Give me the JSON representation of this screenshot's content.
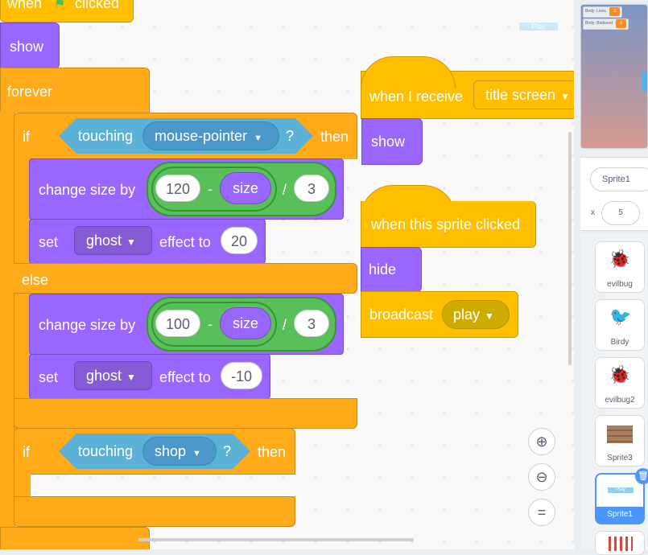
{
  "workspace": {
    "stage_button_label": "Play",
    "script1": {
      "hat_label": "when",
      "hat_label_2": "clicked",
      "show_label": "show",
      "forever_label": "forever",
      "if1": {
        "if_label": "if",
        "touching_label": "touching",
        "touching_target": "mouse-pointer",
        "question": "?",
        "then_label": "then",
        "change1": {
          "label": "change size by",
          "num_a": "120",
          "minus": "-",
          "var": "size",
          "div": "/",
          "num_b": "3"
        },
        "set1": {
          "label": "set",
          "effect": "ghost",
          "effect_label": "effect to",
          "value": "20"
        },
        "else_label": "else",
        "change2": {
          "label": "change size by",
          "num_a": "100",
          "minus": "-",
          "var": "size",
          "div": "/",
          "num_b": "3"
        },
        "set2": {
          "label": "set",
          "effect": "ghost",
          "effect_label": "effect to",
          "value": "-10"
        }
      },
      "if2": {
        "if_label": "if",
        "touching_label": "touching",
        "touching_target": "shop",
        "question": "?",
        "then_label": "then"
      }
    },
    "script2": {
      "hat_label": "when I receive",
      "message": "title screen",
      "show_label": "show"
    },
    "script3": {
      "hat_label": "when this sprite clicked",
      "hide_label": "hide",
      "broadcast_label": "broadcast",
      "message": "play"
    },
    "zoom": {
      "in": "+",
      "out": "−",
      "reset": "="
    }
  },
  "stage": {
    "monitors": [
      {
        "label": "Birdy: Lives",
        "value": "3"
      },
      {
        "label": "Birdy: Birdseed",
        "value": "0"
      }
    ]
  },
  "sprite_info": {
    "name": "Sprite1",
    "x_label": "x",
    "x_value": "5"
  },
  "sprites": [
    {
      "name": "evilbug"
    },
    {
      "name": "Birdy"
    },
    {
      "name": "evilbug2"
    },
    {
      "name": "Sprite3"
    },
    {
      "name": "Sprite1",
      "selected": true,
      "thumb_label": "Play"
    }
  ],
  "colors": {
    "motion": "#9966ff",
    "control": "#ffab19",
    "events": "#ffbf00",
    "sensing": "#5cb1d6",
    "operators": "#59c059",
    "selected": "#4c97ff"
  }
}
